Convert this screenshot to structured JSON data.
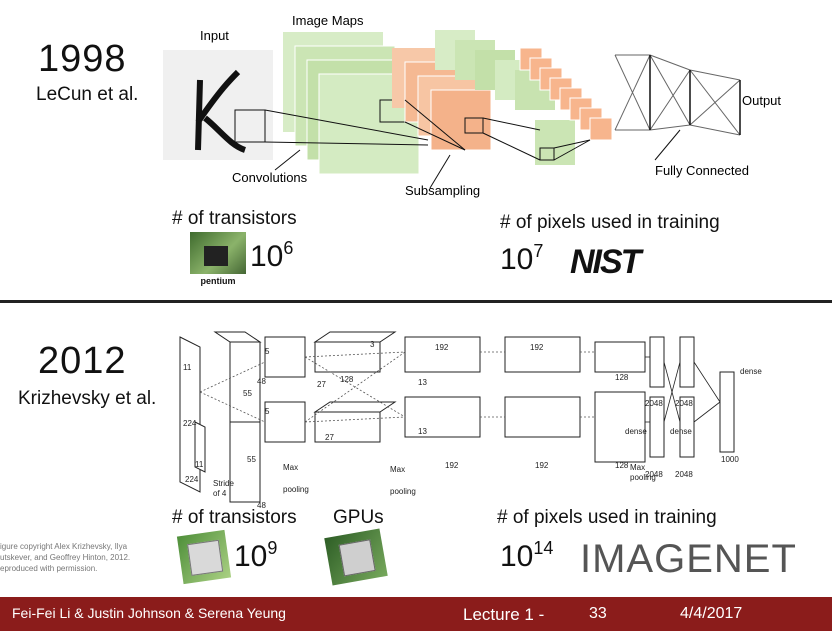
{
  "top": {
    "year": "1998",
    "author": "LeCun et al.",
    "labels": {
      "input": "Input",
      "image_maps": "Image Maps",
      "output": "Output",
      "convolutions": "Convolutions",
      "subsampling": "Subsampling",
      "fully_connected": "Fully Connected"
    },
    "transistors_label": "# of transistors",
    "transistors_value_base": "10",
    "transistors_value_exp": "6",
    "pentium_logo_text": "pentium",
    "pixels_label": "# of pixels used in training",
    "pixels_value_base": "10",
    "pixels_value_exp": "7",
    "nist_logo": "NIST"
  },
  "bottom": {
    "year": "2012",
    "author": "Krizhevsky et al.",
    "transistors_label": "# of transistors",
    "gpus_label": "GPUs",
    "transistors_value_base": "10",
    "transistors_value_exp": "9",
    "pixels_label": "# of pixels used in training",
    "pixels_value_base": "10",
    "pixels_value_exp": "14",
    "imagenet_logo": "IMAGENET",
    "copyright_lines": [
      "igure copyright Alex Krizhevsky, Ilya",
      "utskever, and Geoffrey Hinton, 2012.",
      "eproduced with permission."
    ],
    "diagram_labels": {
      "stride": "Stride",
      "of4": "of 4",
      "max_pooling": "Max",
      "pooling": "pooling",
      "dense": "dense",
      "n224": "224",
      "n11": "11",
      "n55": "55",
      "n48": "48",
      "n128": "128",
      "n192": "192",
      "n27": "27",
      "n13": "13",
      "n2048": "2048",
      "n1000": "1000",
      "n5": "5",
      "n3": "3"
    }
  },
  "footer": {
    "authors": "Fei-Fei Li & Justin Johnson & Serena Yeung",
    "lecture": "Lecture 1 -",
    "page": "33",
    "date": "4/4/2017"
  }
}
